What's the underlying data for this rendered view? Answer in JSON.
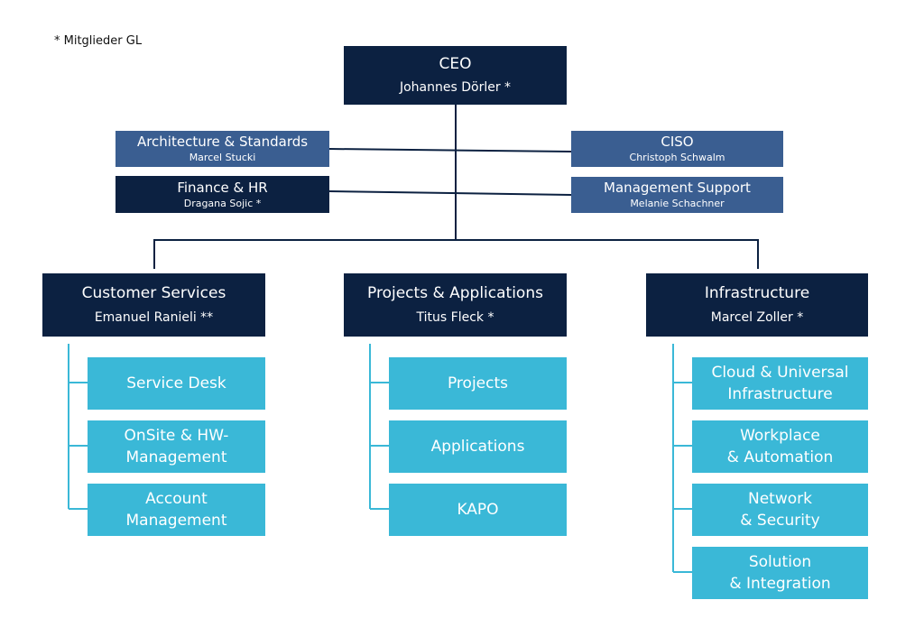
{
  "note": "* Mitglieder GL",
  "ceo": {
    "title": "CEO",
    "name": "Johannes Dörler *"
  },
  "staff": [
    {
      "title": "Architecture & Standards",
      "name": "Marcel Stucki"
    },
    {
      "title": "Finance & HR",
      "name": "Dragana Sojic *"
    },
    {
      "title": "CISO",
      "name": "Christoph Schwalm"
    },
    {
      "title": "Management Support",
      "name": "Melanie Schachner"
    }
  ],
  "divisions": [
    {
      "title": "Customer Services",
      "name": "Emanuel Ranieli **",
      "units": [
        "Service Desk",
        "OnSite & HW-\nManagement",
        "Account\nManagement"
      ]
    },
    {
      "title": "Projects & Applications",
      "name": "Titus Fleck *",
      "units": [
        "Projects",
        "Applications",
        "KAPO"
      ]
    },
    {
      "title": "Infrastructure",
      "name": "Marcel Zoller *",
      "units": [
        "Cloud & Universal\nInfrastructure",
        "Workplace\n& Automation",
        "Network\n& Security",
        "Solution\n& Integration"
      ]
    }
  ],
  "colors": {
    "executive": "#0c2141",
    "staff_blue": "#3a5e91",
    "unit_cyan": "#3ab8d7",
    "connector_dark": "#0c2141",
    "connector_cyan": "#3ab8d7"
  }
}
